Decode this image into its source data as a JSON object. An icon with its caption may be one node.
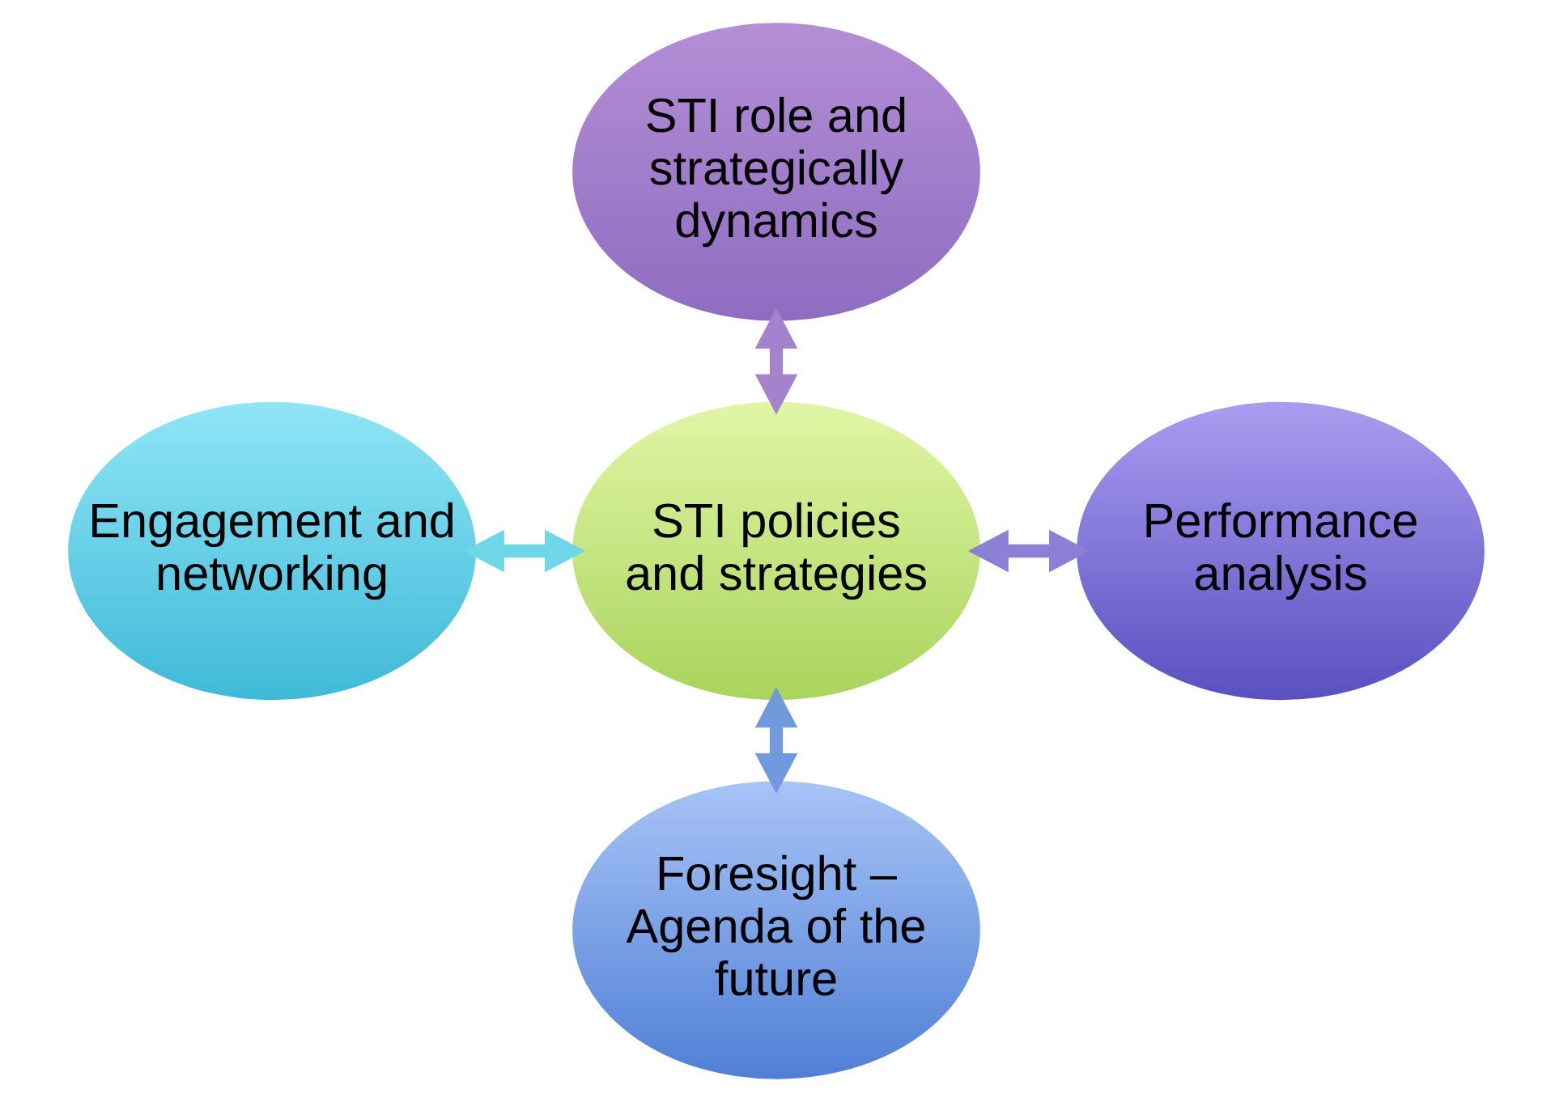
{
  "diagram": {
    "nodes": [
      {
        "text": [
          "STI role and strategically dynamics"
        ]
      },
      {
        "text": [
          "Engagement and networking"
        ]
      },
      {
        "text": [
          "STI policies and strategies"
        ]
      },
      {
        "text": [
          "Performance analysis"
        ]
      },
      {
        "text": [
          "Foresight – Agenda of the future"
        ]
      }
    ],
    "edges": [
      {
        "from": 0,
        "to": 2,
        "arrow": "both",
        "color": "#a582cc"
      },
      {
        "from": 1,
        "to": 2,
        "arrow": "both",
        "color": "#6fd6ea"
      },
      {
        "from": 2,
        "to": 3,
        "arrow": "both",
        "color": "#8c7fd6"
      },
      {
        "from": 2,
        "to": 4,
        "arrow": "both",
        "color": "#7099de"
      }
    ]
  }
}
